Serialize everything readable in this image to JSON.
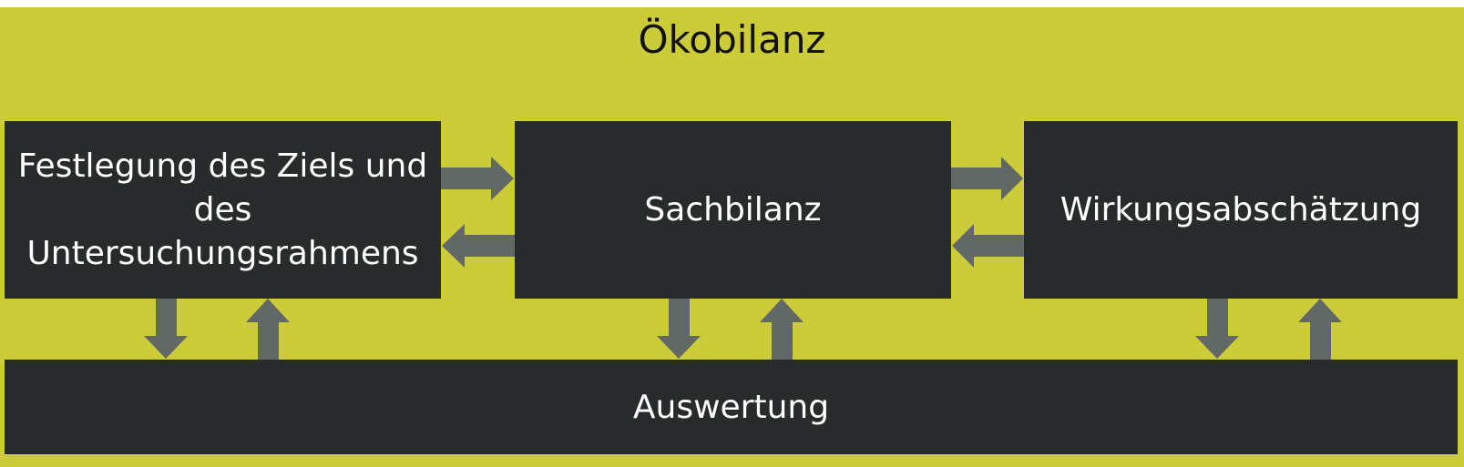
{
  "title": "Ökobilanz",
  "boxes": {
    "goal": "Festlegung des Ziels und des Untersuchungsrahmens",
    "inventory": "Sachbilanz",
    "impact": "Wirkungsabschätzung",
    "interpretation": "Auswertung"
  },
  "colors": {
    "background": "#cccc3a",
    "box": "#282b2b",
    "arrow": "#626866",
    "box_text": "#ffffff",
    "title_text": "#111111"
  }
}
